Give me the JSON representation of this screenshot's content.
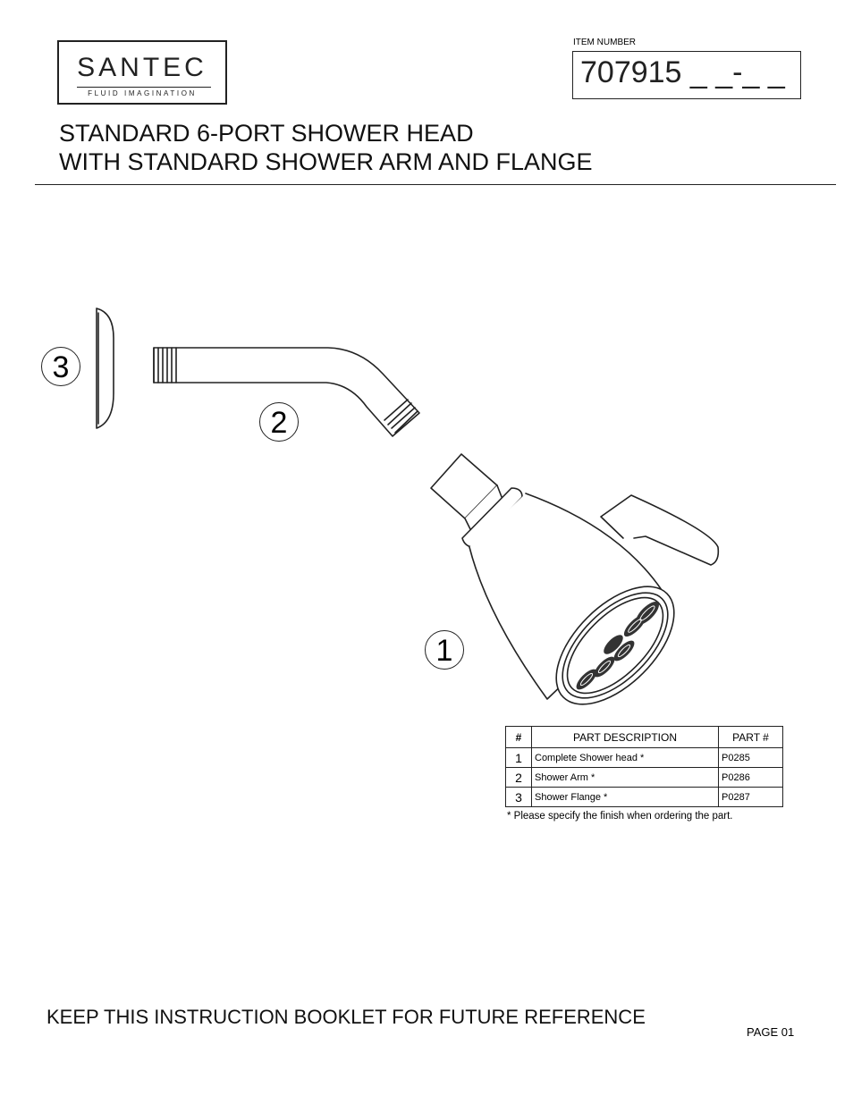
{
  "logo": {
    "name": "SANTEC",
    "tagline": "FLUID IMAGINATION"
  },
  "item": {
    "label": "ITEM NUMBER",
    "value": "707915 _ _-_ _"
  },
  "title": {
    "line1": "STANDARD 6-PORT SHOWER HEAD",
    "line2": "WITH STANDARD SHOWER ARM AND FLANGE"
  },
  "callouts": [
    "1",
    "2",
    "3"
  ],
  "parts_table": {
    "headers": [
      "#",
      "PART  DESCRIPTION",
      "PART #"
    ],
    "rows": [
      {
        "num": "1",
        "description": "Complete Shower head *",
        "part": "P0285"
      },
      {
        "num": "2",
        "description": "Shower Arm *",
        "part": "P0286"
      },
      {
        "num": "3",
        "description": " Shower Flange *",
        "part": "P0287"
      }
    ]
  },
  "note": "* Please specify the finish when ordering the part.",
  "footer": "KEEP THIS INSTRUCTION BOOKLET FOR FUTURE REFERENCE",
  "page": "PAGE 01"
}
